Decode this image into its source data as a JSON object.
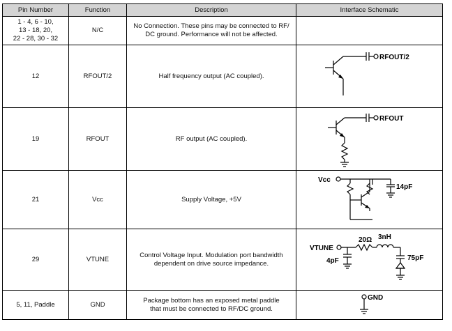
{
  "headers": [
    "Pin Number",
    "Function",
    "Description",
    "Interface Schematic"
  ],
  "rows": [
    {
      "pin": "1 - 4, 6 - 10,\n13 - 18, 20,\n22 - 28, 30 - 32",
      "function": "N/C",
      "description": "No Connection. These pins may be connected to RF/\nDC ground. Performance will not be affected.",
      "schematic": []
    },
    {
      "pin": "12",
      "function": "RFOUT/2",
      "description": "Half frequency output (AC coupled).",
      "schematic": [
        "RFOUT/2"
      ]
    },
    {
      "pin": "19",
      "function": "RFOUT",
      "description": "RF output (AC coupled).",
      "schematic": [
        "RFOUT"
      ]
    },
    {
      "pin": "21",
      "function": "Vcc",
      "description": "Supply Voltage, +5V",
      "schematic": [
        "Vcc",
        "14pF"
      ]
    },
    {
      "pin": "29",
      "function": "VTUNE",
      "description": "Control Voltage Input. Modulation port bandwidth\ndependent on drive source impedance.",
      "schematic": [
        "VTUNE",
        "20Ω",
        "3nH",
        "4pF",
        "75pF"
      ]
    },
    {
      "pin": "5, 11, Paddle",
      "function": "GND",
      "description": "Package bottom has an exposed metal paddle\nthat must be connected to RF/DC ground.",
      "schematic": [
        "GND"
      ]
    }
  ]
}
